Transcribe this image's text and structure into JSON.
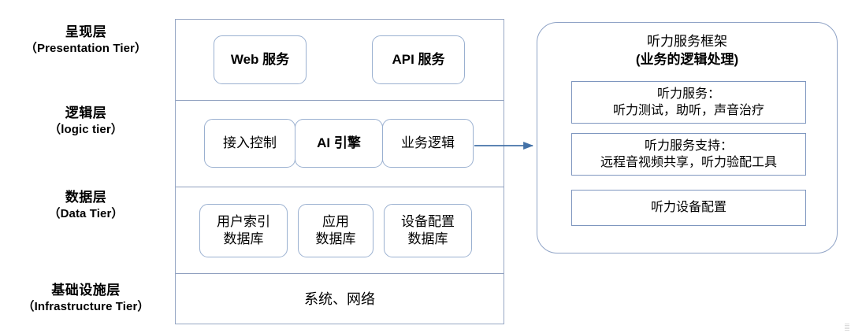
{
  "tiers": [
    {
      "cn": "呈现层",
      "en": "（Presentation Tier）"
    },
    {
      "cn": "逻辑层",
      "en": "（logic tier）"
    },
    {
      "cn": "数据层",
      "en": "（Data Tier）"
    },
    {
      "cn": "基础设施层",
      "en": "（Infrastructure Tier）"
    }
  ],
  "presentation_tier": {
    "nodes": [
      {
        "label": "Web 服务"
      },
      {
        "label": "API 服务"
      }
    ]
  },
  "logic_tier": {
    "nodes": [
      {
        "label": "接入控制"
      },
      {
        "label": "AI 引擎"
      },
      {
        "label": "业务逻辑"
      }
    ]
  },
  "data_tier": {
    "nodes": [
      {
        "label": "用户索引\n数据库"
      },
      {
        "label": "应用\n数据库"
      },
      {
        "label": "设备配置\n数据库"
      }
    ]
  },
  "infrastructure_tier": {
    "label": "系统、网络"
  },
  "right_panel": {
    "title_line1": "听力服务框架",
    "title_line2": "(业务的逻辑处理)",
    "boxes": [
      {
        "label": "听力服务：\n听力测试，助听，声音治疗"
      },
      {
        "label": "听力服务支持：\n远程音视频共享，听力验配工具"
      },
      {
        "label": "听力设备配置"
      }
    ]
  },
  "connector": {
    "from": "业务逻辑",
    "to": "听力服务框架",
    "direction": "right"
  },
  "colors": {
    "panel_border": "#97a7c4",
    "node_border": "#9ab0d0",
    "inner_box_border": "#7e96bf",
    "arrow": "#4472a8",
    "background": "#ffffff",
    "text": "#000000"
  }
}
